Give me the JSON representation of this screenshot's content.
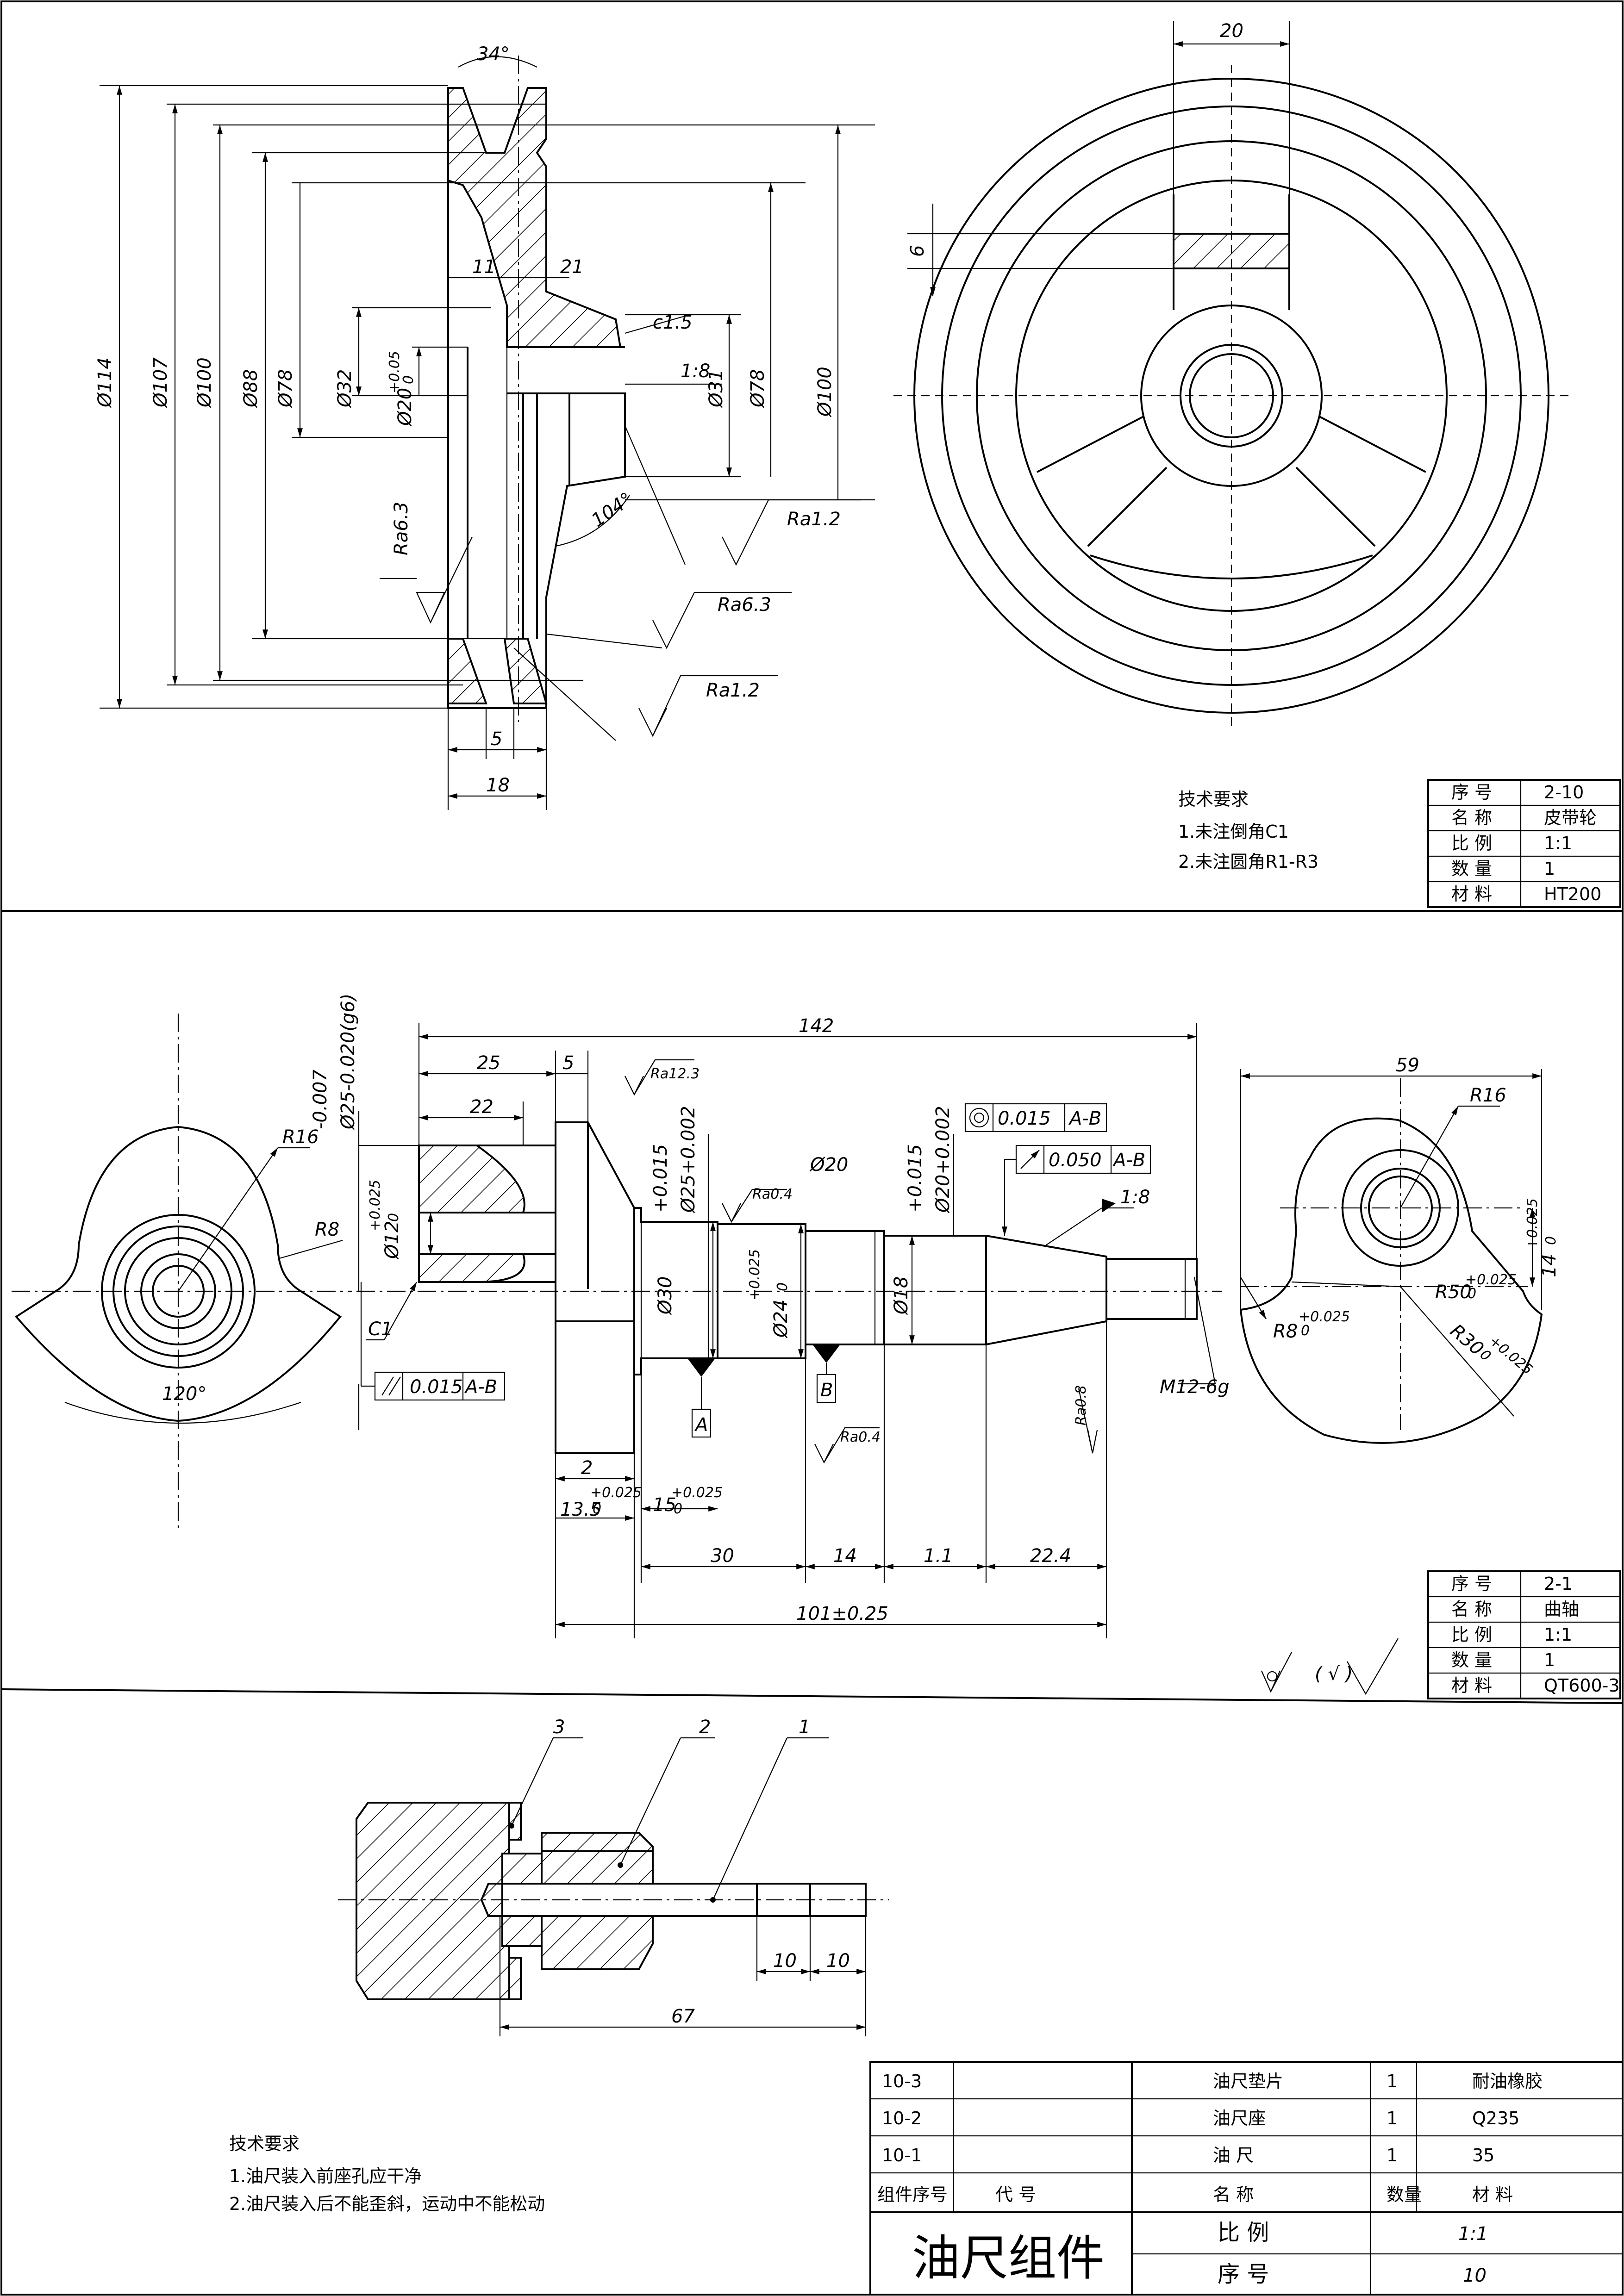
{
  "pulley": {
    "dims": {
      "angle34": "34°",
      "d114": "Ø114",
      "d107": "Ø107",
      "d100a": "Ø100",
      "d88": "Ø88",
      "d78a": "Ø78",
      "d32": "Ø32",
      "d20": "Ø20",
      "d20tol_up": "+0.05",
      "d20tol_lo": "0",
      "w11": "11",
      "w21": "21",
      "c15": "c1.5",
      "taper": "1:8",
      "d31": "Ø31",
      "d78b": "Ø78",
      "d100b": "Ø100",
      "angle104": "104°",
      "w5": "5",
      "w18": "18",
      "side20": "20",
      "side6": "6"
    },
    "roughness": {
      "ra63_left": "Ra6.3",
      "ra12_a": "Ra1.2",
      "ra63_b": "Ra6.3",
      "ra12_c": "Ra1.2"
    },
    "tech": {
      "title": "技术要求",
      "line1": "1.未注倒角C1",
      "line2": "2.未注圆角R1-R3"
    },
    "titleblock": {
      "rows": [
        {
          "label": "序 号",
          "value": "2-10"
        },
        {
          "label": "名 称",
          "value": "皮带轮"
        },
        {
          "label": "比 例",
          "value": "1:1"
        },
        {
          "label": "数 量",
          "value": "1"
        },
        {
          "label": "材 料",
          "value": "HT200"
        }
      ]
    }
  },
  "crankshaft": {
    "dims": {
      "l142": "142",
      "l25": "25",
      "l5": "5",
      "l22": "22",
      "ra_top": "Ra12.3",
      "d25g6": "Ø25-0.020(g6)",
      "d25g6_up": "-0.007",
      "d25p": "Ø25+0.002",
      "d25p_up": "+0.015",
      "d20": "Ø20",
      "ra04": "Ra0.4",
      "d20p": "Ø20+0.002",
      "d20p_up": "+0.015",
      "tol1_val": "0.015",
      "tol1_ref": "A-B",
      "tol2_val": "0.050",
      "tol2_ref": "A-B",
      "taper": "1:8",
      "d12": "Ø12",
      "d12_up": "+0.025",
      "d12_lo": "0",
      "d30": "Ø30",
      "d24": "Ø24",
      "d24_up": "+0.025",
      "d24_lo": "0",
      "d18": "Ø18",
      "c1": "C1",
      "par_val": "0.015",
      "par_ref": "A-B",
      "datumA": "A",
      "datumB": "B",
      "m12": "M12-6g",
      "ra04b": "Ra0.4",
      "ra08": "Ra0.8",
      "l2": "2",
      "l135": "13.5",
      "l135_up": "+0.025",
      "l135_lo": "0",
      "l15": "15",
      "l15_up": "+0.025",
      "l15_lo": "0",
      "l30": "30",
      "l14": "14",
      "l11": "1.1",
      "l224": "22.4",
      "l101": "101±0.25",
      "r16_left": "R16",
      "r8_left": "R8",
      "a120": "120°",
      "w59": "59",
      "r16_right": "R16",
      "h14": "14",
      "h14_up": "+0.025",
      "h14_lo": "0",
      "r50": "R50",
      "r50_up": "+0.025",
      "r50_lo": "0",
      "r8_right": "R8",
      "r8_up": "+0.025",
      "r8_lo": "0",
      "r30": "R30",
      "r30_up": "+0.025",
      "r30_lo": "0"
    },
    "titleblock": {
      "rows": [
        {
          "label": "序 号",
          "value": "2-1"
        },
        {
          "label": "名 称",
          "value": "曲轴"
        },
        {
          "label": "比 例",
          "value": "1:1"
        },
        {
          "label": "数 量",
          "value": "1"
        },
        {
          "label": "材 料",
          "value": "QT600-3"
        }
      ]
    },
    "roughness_note": "( √ )"
  },
  "dipstick": {
    "balloons": {
      "b1": "1",
      "b2": "2",
      "b3": "3"
    },
    "dims": {
      "l10a": "10",
      "l10b": "10",
      "l67": "67"
    },
    "tech": {
      "title": "技术要求",
      "line1": "1.油尺装入前座孔应干净",
      "line2": "2.油尺装入后不能歪斜，运动中不能松动"
    },
    "bom": {
      "rows": [
        {
          "no": "10-3",
          "code": "",
          "name": "油尺垫片",
          "qty": "1",
          "material": "耐油橡胶"
        },
        {
          "no": "10-2",
          "code": "",
          "name": "油尺座",
          "qty": "1",
          "material": "Q235"
        },
        {
          "no": "10-1",
          "code": "",
          "name": "油  尺",
          "qty": "1",
          "material": "35"
        }
      ],
      "header": {
        "no": "组件序号",
        "code": "代  号",
        "name": "名  称",
        "qty": "数量",
        "material": "材  料"
      },
      "title": "油尺组件",
      "scale_label": "比 例",
      "scale_value": "1:1",
      "seq_label": "序 号",
      "seq_value": "10"
    }
  }
}
